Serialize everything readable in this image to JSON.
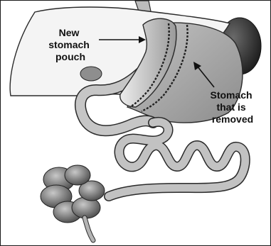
{
  "labels": {
    "pouch": [
      "New",
      "stomach",
      "pouch"
    ],
    "removed": [
      "Stomach",
      "that is",
      "removed"
    ]
  },
  "colors": {
    "liver": "#f4f4f4",
    "stomach": "#a6a6a6",
    "pouch": "#d4d4d4",
    "spleen": "#3b3b3b",
    "intestine": "#bdbdbd",
    "colon": "#8a8a8a",
    "outline": "#2a2a2a",
    "staple": "#222222"
  }
}
